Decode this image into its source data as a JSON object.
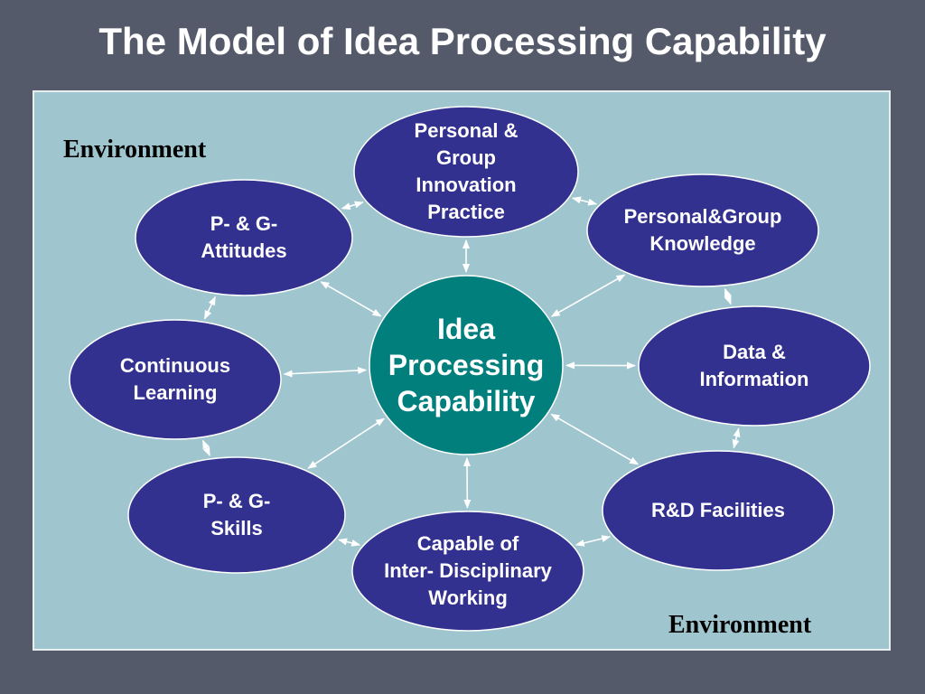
{
  "title": "The Model of Idea Processing Capability",
  "environment_labels": [
    "Environment",
    "Environment"
  ],
  "colors": {
    "background": "#545a6a",
    "panel": "#9fc5ce",
    "node_fill": "#33318f",
    "center_fill": "#007f7d",
    "node_stroke": "#ffffff",
    "arrow": "#ffffff"
  },
  "center": {
    "label": "Idea\nProcessing\nCapability"
  },
  "nodes": [
    {
      "id": "innovation",
      "label": "Personal &\nGroup\nInnovation\nPractice"
    },
    {
      "id": "knowledge",
      "label": "Personal&Group\nKnowledge"
    },
    {
      "id": "data",
      "label": "Data &\nInformation"
    },
    {
      "id": "rd",
      "label": "R&D Facilities"
    },
    {
      "id": "interdisciplinary",
      "label": "Capable of\nInter- Disciplinary\nWorking"
    },
    {
      "id": "skills",
      "label": "P- & G-\nSkills"
    },
    {
      "id": "learning",
      "label": "Continuous\nLearning"
    },
    {
      "id": "attitudes",
      "label": "P- & G-\nAttitudes"
    }
  ],
  "connections": [
    [
      "center",
      "innovation"
    ],
    [
      "center",
      "knowledge"
    ],
    [
      "center",
      "data"
    ],
    [
      "center",
      "rd"
    ],
    [
      "center",
      "interdisciplinary"
    ],
    [
      "center",
      "skills"
    ],
    [
      "center",
      "learning"
    ],
    [
      "center",
      "attitudes"
    ],
    [
      "innovation",
      "knowledge"
    ],
    [
      "knowledge",
      "data"
    ],
    [
      "data",
      "rd"
    ],
    [
      "rd",
      "interdisciplinary"
    ],
    [
      "interdisciplinary",
      "skills"
    ],
    [
      "skills",
      "learning"
    ],
    [
      "learning",
      "attitudes"
    ],
    [
      "attitudes",
      "innovation"
    ]
  ]
}
